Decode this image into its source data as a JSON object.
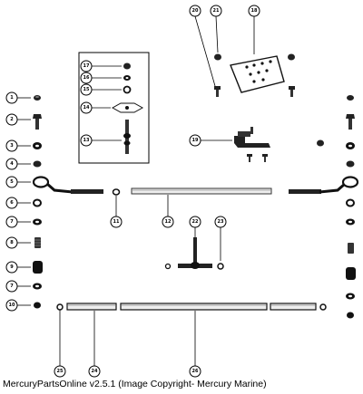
{
  "callouts": {
    "c1": "1",
    "c2": "2",
    "c3": "3",
    "c4": "4",
    "c5": "5",
    "c6": "6",
    "c7": "7",
    "c8": "8",
    "c9": "9",
    "c10": "10",
    "c7b": "7",
    "c11": "11",
    "c12": "12",
    "c13": "13",
    "c14": "14",
    "c15": "15",
    "c16": "16",
    "c17": "17",
    "c18": "18",
    "c19": "19",
    "c20": "20",
    "c21": "21",
    "c22": "22",
    "c23": "23",
    "c24": "24",
    "c25": "25",
    "c26": "26"
  },
  "caption": "MercuryPartsOnline v2.5.1 (Image Copyright- Mercury Marine)"
}
